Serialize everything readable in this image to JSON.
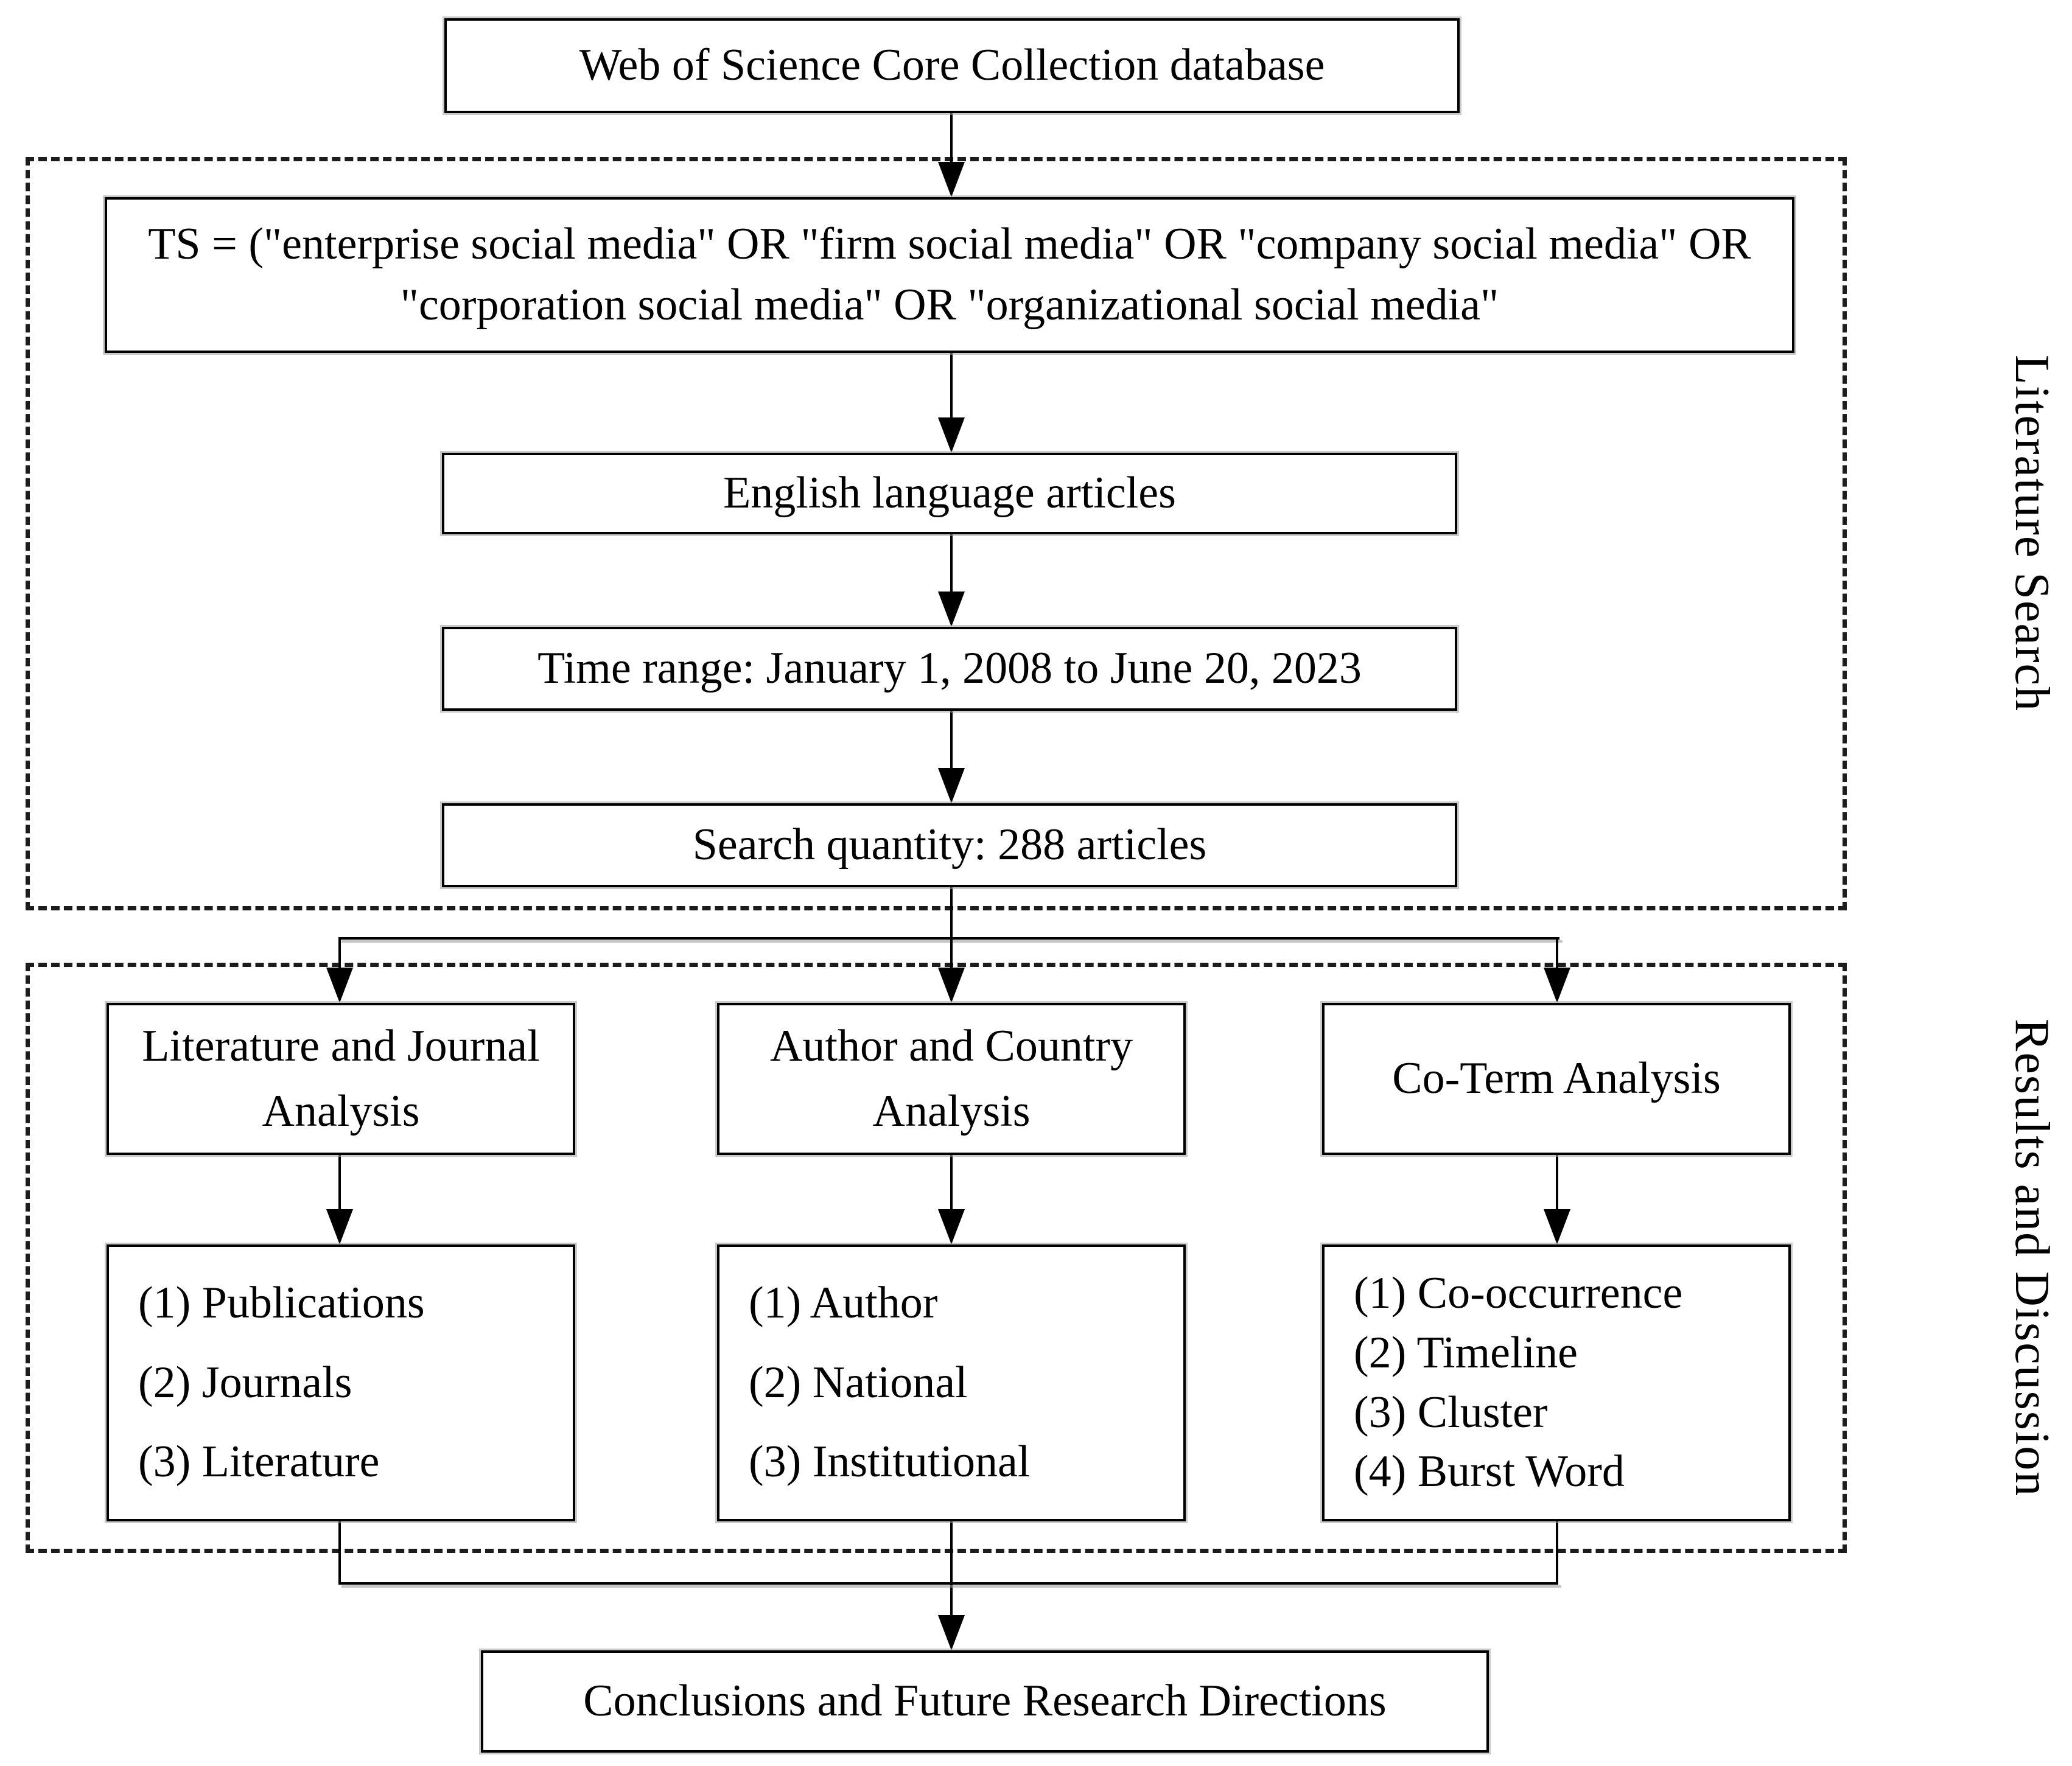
{
  "flow": {
    "database": "Web of Science Core Collection database",
    "query": "TS = (\"enterprise social media\" OR \"firm social media\" OR \"company social media\" OR \"corporation social media\" OR \"organizational social media\"",
    "language": "English language articles",
    "time_range": "Time range: January 1, 2008 to June 20, 2023",
    "quantity": "Search quantity: 288 articles",
    "conclusion": "Conclusions and Future Research Directions"
  },
  "sections": {
    "literature_search": "Literature Search",
    "results_discussion": "Results and Discussion"
  },
  "columns": [
    {
      "header": "Literature and Journal Analysis",
      "items": [
        "(1) Publications",
        "(2) Journals",
        "(3) Literature"
      ]
    },
    {
      "header": "Author and Country Analysis",
      "items": [
        "(1) Author",
        "(2) National",
        "(3) Institutional"
      ]
    },
    {
      "header": "Co-Term Analysis",
      "items": [
        "(1) Co-occurrence",
        "(2) Timeline",
        "(3) Cluster",
        "(4) Burst Word"
      ]
    }
  ],
  "colors": {
    "background": "#ffffff",
    "line": "#000000",
    "text": "#000000",
    "shadow": "#9e9e9e"
  }
}
